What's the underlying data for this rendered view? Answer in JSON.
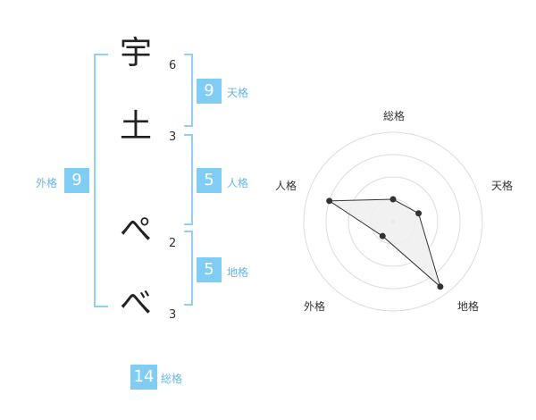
{
  "name": {
    "characters": [
      {
        "char": "宇",
        "strokes": "6"
      },
      {
        "char": "土",
        "strokes": "3"
      },
      {
        "char": "ぺ",
        "strokes": "2"
      },
      {
        "char": "べ",
        "strokes": "3"
      }
    ]
  },
  "fortunes": {
    "tenkaku": {
      "value": "9",
      "label": "天格"
    },
    "jinkaku": {
      "value": "5",
      "label": "人格"
    },
    "chikaku": {
      "value": "5",
      "label": "地格"
    },
    "gaikaku": {
      "value": "9",
      "label": "外格"
    },
    "soukaku": {
      "value": "14",
      "label": "総格"
    }
  },
  "colors": {
    "accent": "#7fcdf5",
    "bracket": "#8fd0f4",
    "radar_fill": "#eeeeee",
    "radar_line": "#333333",
    "ring": "#dddddd"
  },
  "chart_data": {
    "type": "radar",
    "axes": [
      "総格",
      "天格",
      "地格",
      "外格",
      "人格"
    ],
    "values": [
      0.25,
      0.3,
      0.9,
      0.2,
      0.75
    ],
    "rings": 4,
    "rmax": 1
  }
}
